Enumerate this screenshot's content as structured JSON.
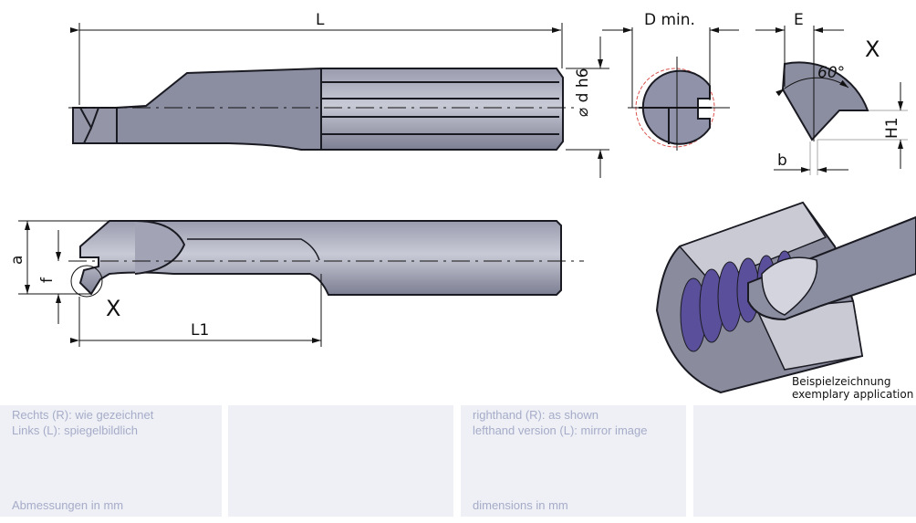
{
  "labels": {
    "L": "L",
    "d": "⌀ d h6",
    "D_min": "D min.",
    "E": "E",
    "X_detail": "X",
    "angle": "60°",
    "H1": "H1",
    "b": "b",
    "a": "a",
    "f": "f",
    "X_marker": "X",
    "L1": "L1"
  },
  "application_caption": [
    "Beispielzeichnung",
    "exemplary application"
  ],
  "panels": [
    {
      "lines": [
        "Rechts (R): wie gezeichnet",
        "Links (L): spiegelbildlich"
      ],
      "footer": "Abmessungen in mm"
    },
    {
      "lines": [],
      "footer": ""
    },
    {
      "lines": [
        "righthand (R): as shown",
        "lefthand version (L): mirror image"
      ],
      "footer": "dimensions in mm"
    },
    {
      "lines": [],
      "footer": ""
    }
  ],
  "colors": {
    "tool": "#8b8da0",
    "outline": "#1a1a22",
    "panel": "#eef0f6",
    "panel_text": "#a6acc8",
    "thread": "#5a4f9a"
  }
}
